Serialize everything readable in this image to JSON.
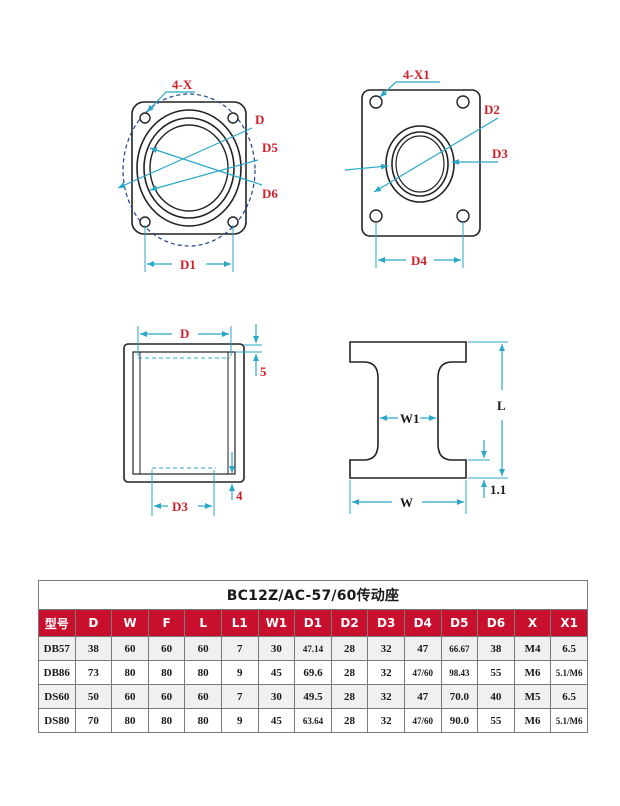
{
  "drawings": {
    "flange_left": {
      "hole_label": "4-X",
      "d_label": "D",
      "d5_label": "D5",
      "d6_label": "D6",
      "d1_label": "D1"
    },
    "flange_right": {
      "hole_label": "4-X1",
      "d2_label": "D2",
      "d3_label": "D3",
      "d4_label": "D4"
    },
    "side_view": {
      "d_label": "D",
      "top_dim": "5",
      "bottom_dim": "4",
      "d3_label": "D3"
    },
    "section_view": {
      "w1_label": "W1",
      "l_label": "L",
      "w_label": "W",
      "l1_dim": "1.1"
    }
  },
  "table": {
    "title": "BC12Z/AC-57/60传动座",
    "headers": [
      "型号",
      "D",
      "W",
      "F",
      "L",
      "L1",
      "W1",
      "D1",
      "D2",
      "D3",
      "D4",
      "D5",
      "D6",
      "X",
      "X1"
    ],
    "rows": [
      [
        "DB57",
        "38",
        "60",
        "60",
        "60",
        "7",
        "30",
        "47.14",
        "28",
        "32",
        "47",
        "66.67",
        "38",
        "M4",
        "6.5"
      ],
      [
        "DB86",
        "73",
        "80",
        "80",
        "80",
        "9",
        "45",
        "69.6",
        "28",
        "32",
        "47/60",
        "98.43",
        "55",
        "M6",
        "5.1/M6"
      ],
      [
        "DS60",
        "50",
        "60",
        "60",
        "60",
        "7",
        "30",
        "49.5",
        "28",
        "32",
        "47",
        "70.0",
        "40",
        "M5",
        "6.5"
      ],
      [
        "DS80",
        "70",
        "80",
        "80",
        "80",
        "9",
        "45",
        "63.64",
        "28",
        "32",
        "47/60",
        "90.0",
        "55",
        "M6",
        "5.1/M6"
      ]
    ]
  }
}
